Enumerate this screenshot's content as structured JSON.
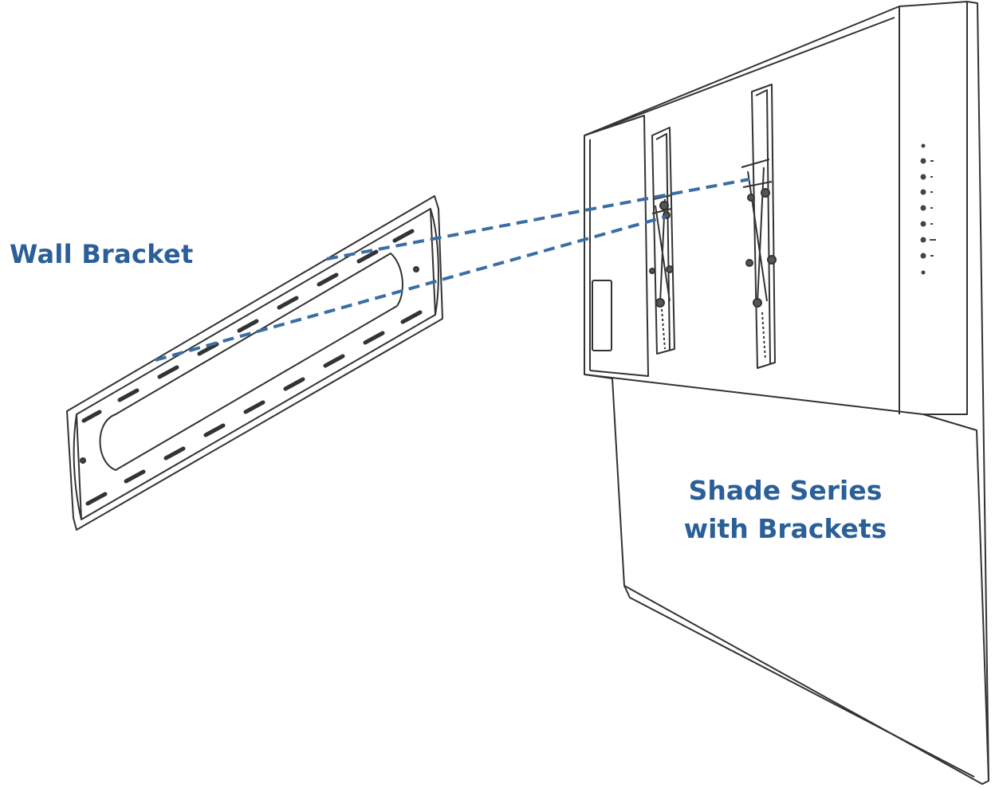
{
  "labels": {
    "wall_bracket": "Wall Bracket",
    "tv_line1": "Shade Series",
    "tv_line2": "with Brackets"
  },
  "colors": {
    "label": "#2a5f97",
    "dash": "#3a6ea5",
    "line": "#333333"
  }
}
